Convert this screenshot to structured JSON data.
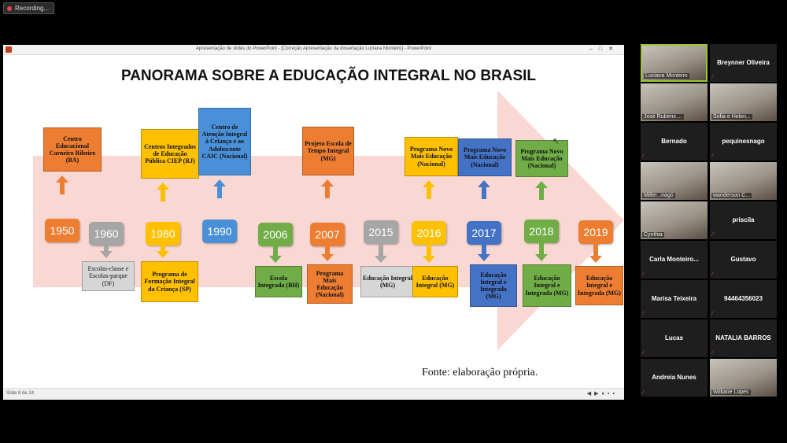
{
  "recording": {
    "label": "Recording..."
  },
  "window": {
    "title": "Apresentação de slides do PowerPoint - [Correção Apresentação da dissertação Luciana Monteiro] - PowerPoint",
    "status": "Slide 8 de 24"
  },
  "slide": {
    "title": "PANORAMA SOBRE A EDUCAÇÃO INTEGRAL NO BRASIL",
    "source": "Fonte: elaboração própria.",
    "timeline": [
      {
        "year": "1950",
        "color": "#ed7d31",
        "top": "Centro Educacional Carneiro Ribeiro (BA)",
        "bottom": ""
      },
      {
        "year": "1960",
        "color": "#a6a6a6",
        "top": "",
        "bottom": "Escolas-classe e Escolas-parque (DF)"
      },
      {
        "year": "1980",
        "color": "#ffc000",
        "top": "Centros Integrados de Educação Pública CIEP (RJ)",
        "bottom": "Programa de Formação Integral da Criança (SP)"
      },
      {
        "year": "1990",
        "color": "#4a90d9",
        "top": "Centro de Atenção Integral à Criança e ao Adolescente CAIC (Nacional)",
        "bottom": ""
      },
      {
        "year": "2006",
        "color": "#70ad47",
        "top": "",
        "bottom": "Escola Integrada (BH)"
      },
      {
        "year": "2007",
        "color": "#ed7d31",
        "top": "Projeto Escola de Tempo Integral (MG)",
        "bottom": "Programa Mais Educação (Nacional)"
      },
      {
        "year": "2015",
        "color": "#a6a6a6",
        "top": "",
        "bottom": "Educação Integral (MG)"
      },
      {
        "year": "2016",
        "color": "#ffc000",
        "top": "Programa Novo Mais Educação (Nacional)",
        "bottom": "Educação Integral (MG)"
      },
      {
        "year": "2017",
        "color": "#4472c4",
        "top": "Programa Novo Mais Educação (Nacional)",
        "bottom": "Educação Integral e Integrada (MG)"
      },
      {
        "year": "2018",
        "color": "#70ad47",
        "top": "Programa Novo Mais Educação (Nacional)",
        "bottom": "Educação Integral e Integrada (MG)"
      },
      {
        "year": "2019",
        "color": "#ed7d31",
        "top": "",
        "bottom": "Educação Integral e Integrada (MG)"
      }
    ]
  },
  "participants": [
    {
      "name": "Luciana Monteiro",
      "video": true
    },
    {
      "name": "Breynner Oliveira",
      "video": false
    },
    {
      "name": "José Rubens ...",
      "video": true
    },
    {
      "name": "Sofia e Helen...",
      "video": true
    },
    {
      "name": "Bernado",
      "video": false
    },
    {
      "name": "pequinesnago",
      "video": false
    },
    {
      "name": "Miller...nagó",
      "video": true
    },
    {
      "name": "wanderson C...",
      "video": true
    },
    {
      "name": "Cynthia",
      "video": true
    },
    {
      "name": "priscila",
      "video": false
    },
    {
      "name": "Carla  Monteiro...",
      "video": false
    },
    {
      "name": "Gustavo",
      "video": false
    },
    {
      "name": "Marisa Teixeira",
      "video": false
    },
    {
      "name": "94464356023",
      "video": false
    },
    {
      "name": "Lucas",
      "video": false
    },
    {
      "name": "NATALIA BARROS",
      "video": false
    },
    {
      "name": "Andreia Nunes",
      "video": false
    },
    {
      "name": "Williane Lopes",
      "video": true
    }
  ]
}
